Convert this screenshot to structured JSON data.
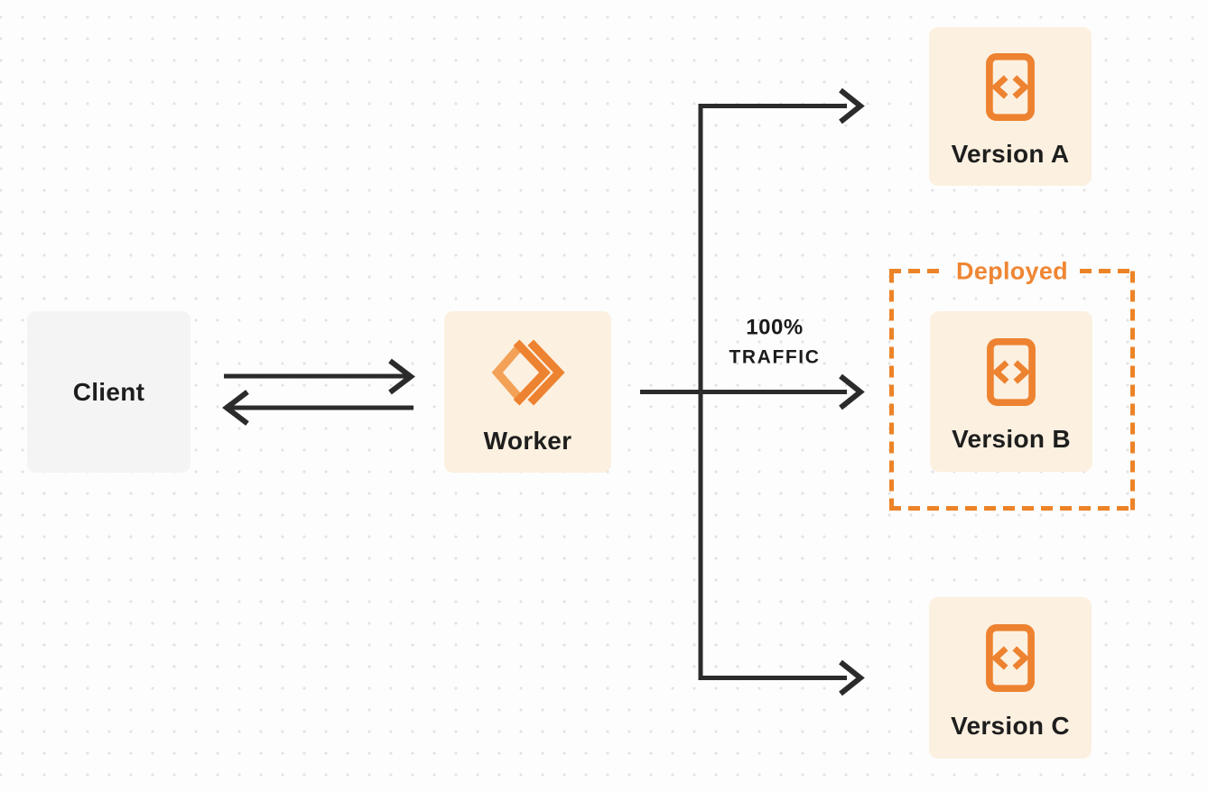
{
  "diagram": {
    "title": "Worker gradual deployment traffic routing",
    "nodes": {
      "client": {
        "label": "Client"
      },
      "worker": {
        "label": "Worker"
      },
      "version_a": {
        "label": "Version A"
      },
      "version_b": {
        "label": "Version B"
      },
      "version_c": {
        "label": "Version C"
      }
    },
    "annotations": {
      "deployed_label": "Deployed",
      "traffic_line1": "100%",
      "traffic_line2": "TRAFFIC"
    },
    "edges": [
      {
        "from": "Client",
        "to": "Worker",
        "direction": "bidirectional"
      },
      {
        "from": "Worker",
        "to": "Version A",
        "direction": "forward"
      },
      {
        "from": "Worker",
        "to": "Version B",
        "direction": "forward",
        "label": "100% TRAFFIC",
        "region": "Deployed"
      },
      {
        "from": "Worker",
        "to": "Version C",
        "direction": "forward"
      }
    ],
    "icons": {
      "worker_icon": "workers-double-chevron",
      "version_icon": "code-file"
    },
    "colors": {
      "orange": "#ed8230",
      "orange_light": "#f3a156",
      "deployed_border": "#ed8327",
      "deployed_text": "#ef8633",
      "node_cream_bg": "#fcf0e0",
      "node_gray_bg": "#f4f4f5",
      "arrow": "#2b2b2b",
      "label_text": "#1e1e1e",
      "page_bg": "#fdfdfd",
      "dot_grid": "#e3e3e5"
    }
  }
}
